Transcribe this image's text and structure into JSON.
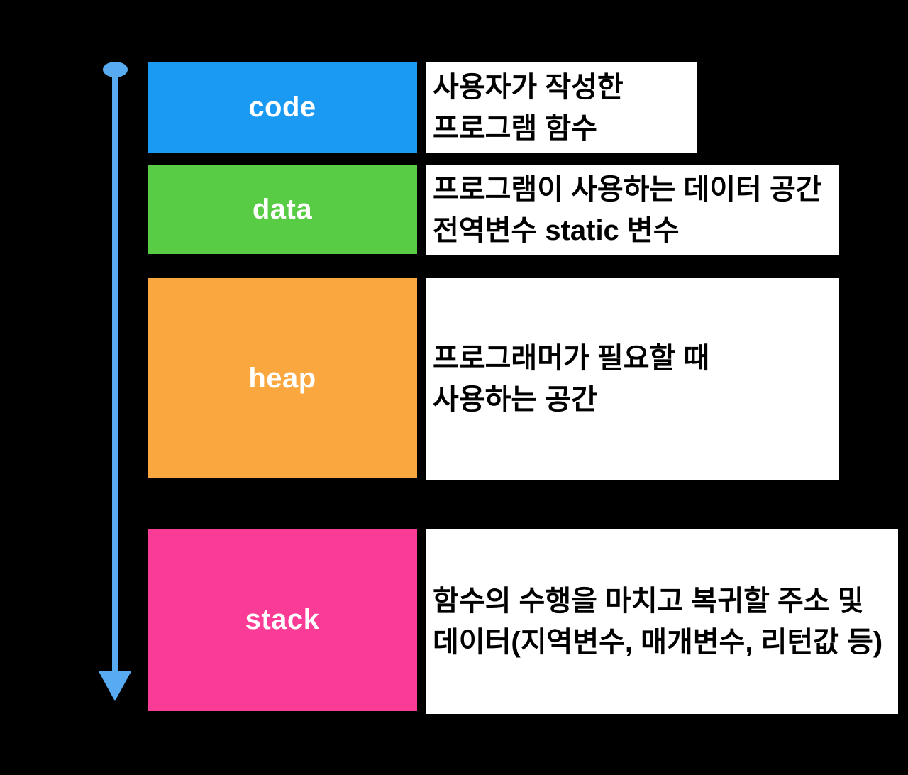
{
  "diagram": {
    "background_color": "#000000",
    "arrow": {
      "meaning": "memory-address-direction",
      "color": "#58ABF0"
    },
    "rows": [
      {
        "id": "code",
        "label": "code",
        "color": "#1B9AF3",
        "desc_lines": [
          "사용자가 작성한",
          "프로그램 함수"
        ]
      },
      {
        "id": "data",
        "label": "data",
        "color": "#57CC44",
        "desc_lines": [
          "프로그램이 사용하는 데이터 공간",
          "전역변수 static 변수"
        ]
      },
      {
        "id": "heap",
        "label": "heap",
        "color": "#F9A73E",
        "desc_lines": [
          "프로그래머가 필요할 때",
          "사용하는 공간"
        ]
      },
      {
        "id": "stack",
        "label": "stack",
        "color": "#FA3C96",
        "desc_lines": [
          "함수의 수행을 마치고 복귀할 주소 및",
          "데이터(지역변수, 매개변수, 리턴값 등)"
        ]
      }
    ]
  }
}
